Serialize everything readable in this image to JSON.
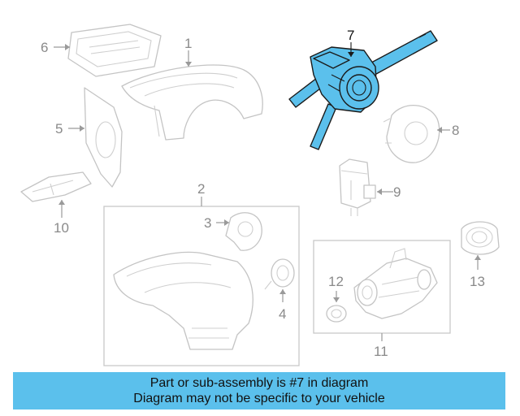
{
  "callouts": {
    "c1": "1",
    "c2": "2",
    "c3": "3",
    "c4": "4",
    "c5": "5",
    "c6": "6",
    "c7": "7",
    "c8": "8",
    "c9": "9",
    "c10": "10",
    "c11": "11",
    "c12": "12",
    "c13": "13"
  },
  "highlight_part": "7",
  "colors": {
    "highlight": "#5bc0ec",
    "callout_gray": "#8a8a8a",
    "part_outline": "#c4c4c4"
  },
  "banner": {
    "line1": "Part or sub-assembly is #7 in diagram",
    "line2": "Diagram may not be specific to your vehicle"
  }
}
